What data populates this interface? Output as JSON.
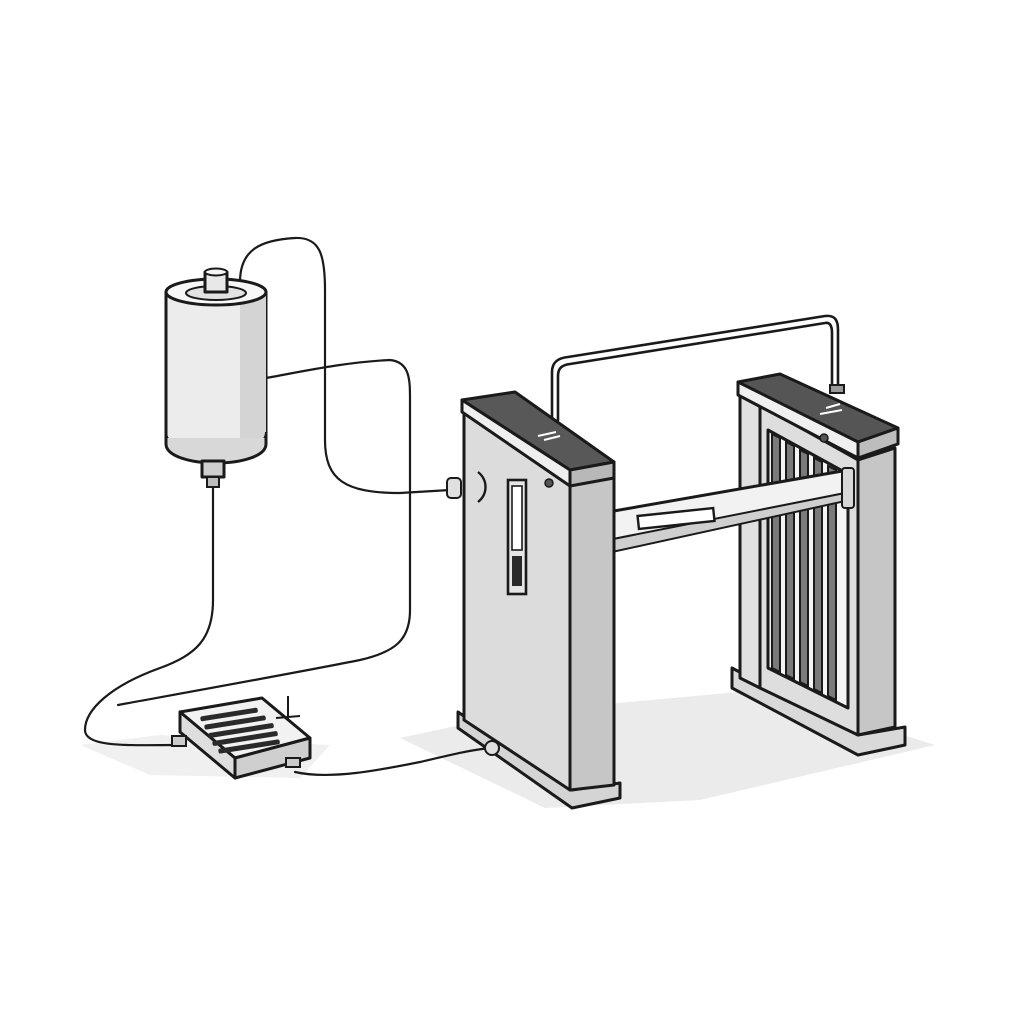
{
  "diagram": {
    "components": [
      {
        "id": "cylinder-unit",
        "label": ""
      },
      {
        "id": "controller-box",
        "label": ""
      },
      {
        "id": "turnstile-left-post",
        "label": ""
      },
      {
        "id": "turnstile-right-gate",
        "label": ""
      },
      {
        "id": "barrier-arm",
        "label": ""
      }
    ],
    "connections": [
      {
        "from": "cylinder-unit",
        "to": "turnstile-left-post"
      },
      {
        "from": "cylinder-unit",
        "to": "controller-box"
      },
      {
        "from": "controller-box",
        "to": "turnstile-left-post"
      },
      {
        "from": "turnstile-left-post",
        "to": "turnstile-right-gate"
      }
    ],
    "colors": {
      "ink": "#1a1a1a",
      "metal_light": "#e6e6e6",
      "metal_mid": "#cfcfcf",
      "metal_dark": "#5a5a5a",
      "shadow": "#e9e9e9"
    }
  }
}
